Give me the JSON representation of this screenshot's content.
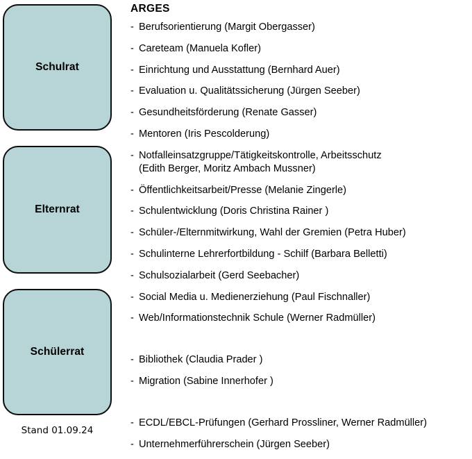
{
  "councils": [
    {
      "id": "schulrat",
      "label": "Schulrat"
    },
    {
      "id": "elternrat",
      "label": "Elternrat"
    },
    {
      "id": "schuelerrat",
      "label": "Schülerrat"
    }
  ],
  "stand": {
    "text": "Stand 01.09.24"
  },
  "arges": {
    "title": "ARGES",
    "bullet": "-",
    "groups": [
      {
        "items": [
          {
            "line1": "Berufsorientierung (Margit Obergasser)"
          },
          {
            "line1": "Careteam (Manuela Kofler)"
          },
          {
            "line1": "Einrichtung und Ausstattung (Bernhard Auer)"
          },
          {
            "line1": "Evaluation u. Qualitätssicherung (Jürgen Seeber)"
          },
          {
            "line1": "Gesundheitsförderung (Renate Gasser)"
          },
          {
            "line1": "Mentoren (Iris Pescolderung)"
          },
          {
            "line1": "Notfalleinsatzgruppe/Tätigkeitskontrolle, Arbeitsschutz",
            "line2": "(Edith Berger, Moritz Ambach Mussner)"
          },
          {
            "line1": "Öffentlichkeitsarbeit/Presse (Melanie Zingerle)"
          },
          {
            "line1": "Schulentwicklung (Doris Christina Rainer )"
          },
          {
            "line1": "Schüler-/Elternmitwirkung, Wahl der Gremien (Petra Huber)"
          },
          {
            "line1": "Schulinterne Lehrerfortbildung - Schilf (Barbara Belletti)"
          },
          {
            "line1": "Schulsozialarbeit (Gerd Seebacher)"
          },
          {
            "line1": "Social Media u. Medienerziehung (Paul Fischnaller)"
          },
          {
            "line1": "Web/Informationstechnik Schule (Werner Radmüller)"
          }
        ]
      },
      {
        "items": [
          {
            "line1": "Bibliothek (Claudia Prader )"
          },
          {
            "line1": "Migration (Sabine Innerhofer )"
          }
        ]
      },
      {
        "items": [
          {
            "line1": "ECDL/EBCL-Prüfungen (Gerhard Prossliner, Werner Radmüller)"
          },
          {
            "line1": "Unternehmerführerschein (Jürgen Seeber)"
          }
        ]
      }
    ]
  },
  "colors": {
    "box_fill": "#b7d4d7",
    "box_border": "#0d0d0d",
    "text": "#000000",
    "background": "#ffffff"
  }
}
